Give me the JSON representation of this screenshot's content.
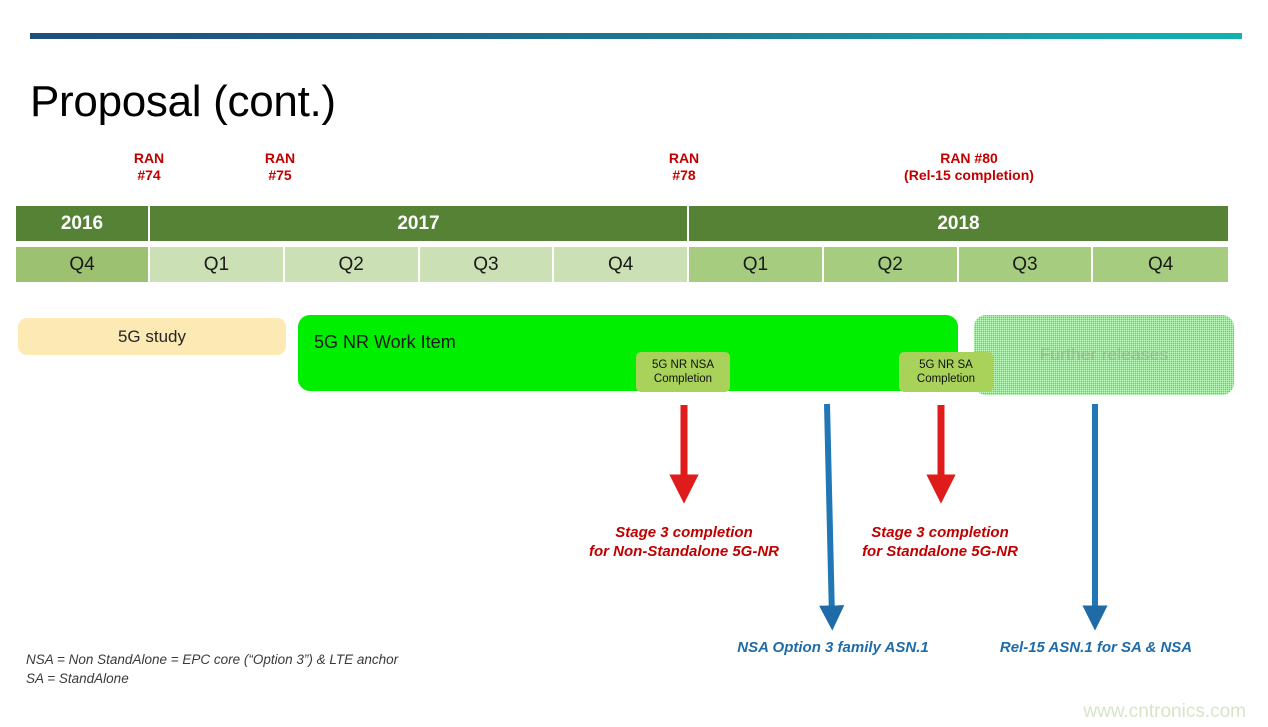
{
  "slide": {
    "title": "Proposal (cont.)",
    "watermark": "www.cntronics.com"
  },
  "ran_markers": [
    {
      "line1": "RAN",
      "line2": "#74"
    },
    {
      "line1": "RAN",
      "line2": "#75"
    },
    {
      "line1": "RAN",
      "line2": "#78"
    },
    {
      "line1": "RAN #80",
      "line2": "(Rel-15 completion)"
    }
  ],
  "timeline": {
    "years": [
      {
        "label": "2016"
      },
      {
        "label": "2017"
      },
      {
        "label": "2018"
      }
    ],
    "quarters_2016": [
      "Q4"
    ],
    "quarters_2017": [
      "Q1",
      "Q2",
      "Q3",
      "Q4"
    ],
    "quarters_2018": [
      "Q1",
      "Q2",
      "Q3",
      "Q4"
    ]
  },
  "bars": {
    "study": "5G study",
    "work_item": "5G NR Work Item",
    "further": "Further releases"
  },
  "milestones": [
    {
      "line1": "5G NR NSA",
      "line2": "Completion"
    },
    {
      "line1": "5G NR SA",
      "line2": "Completion"
    }
  ],
  "annotations": {
    "red": [
      {
        "line1": "Stage 3 completion",
        "line2": "for Non-Standalone 5G-NR"
      },
      {
        "line1": "Stage 3 completion",
        "line2": "for Standalone 5G-NR"
      }
    ],
    "blue": [
      {
        "text": "NSA Option 3  family ASN.1"
      },
      {
        "text": "Rel-15 ASN.1 for SA & NSA"
      }
    ]
  },
  "footnote": {
    "line1": "NSA = Non StandAlone = EPC core (“Option 3”) & LTE anchor",
    "line2": "SA = StandAlone"
  },
  "colors": {
    "accent_left": "#1f4e79",
    "accent_right": "#12b2ae",
    "year_band": "#558234",
    "quarter_2016": "#9CC271",
    "quarter_2017": "#CBE0B5",
    "quarter_2018": "#A6CC7F",
    "study_bar": "#FCE9B4",
    "work_bar": "#00EE00",
    "chip": "#A8D25A",
    "red": "#C00000",
    "blue": "#1F6BA8"
  }
}
